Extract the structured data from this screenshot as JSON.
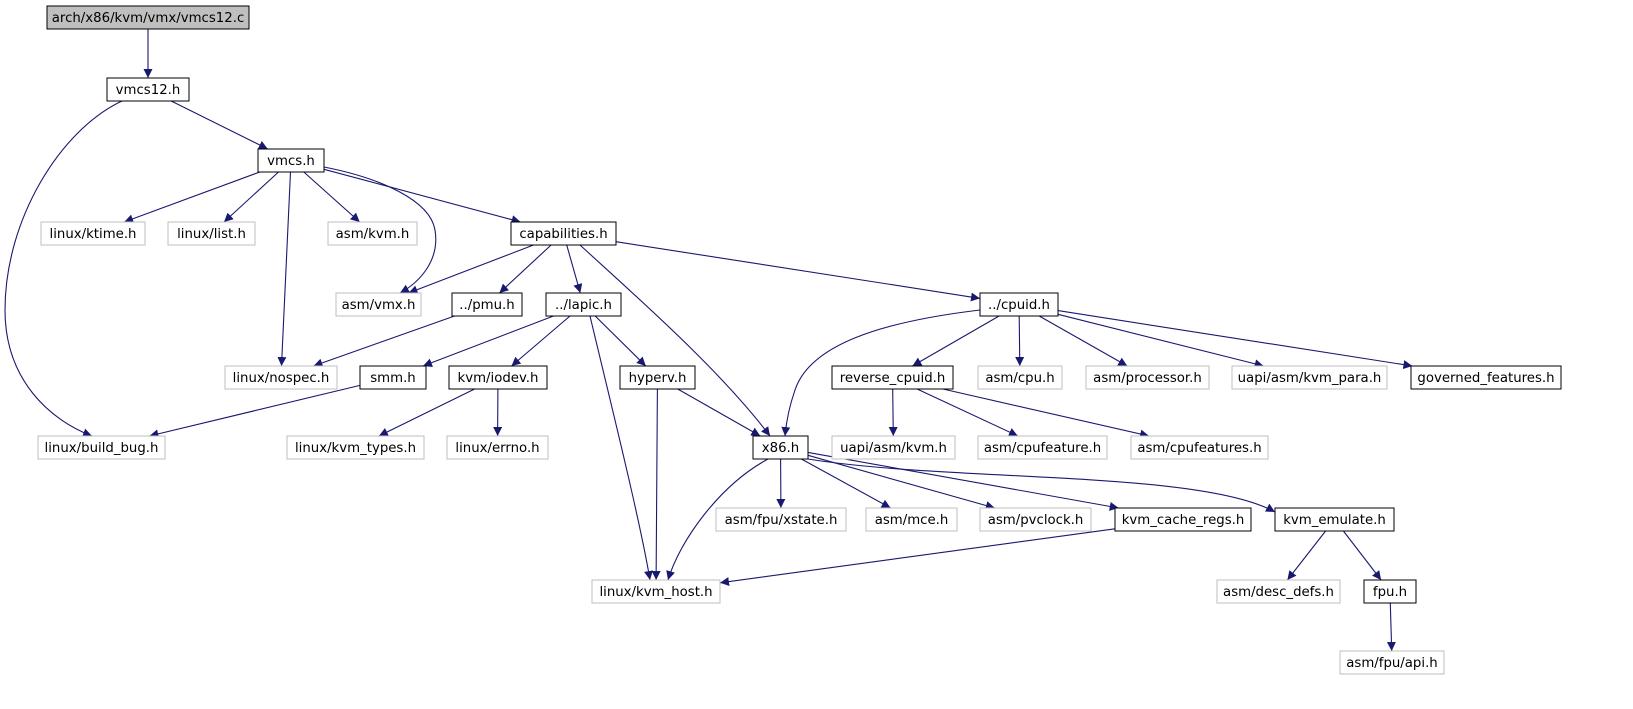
{
  "colors": {
    "edge": "#191970",
    "root_fill": "#bfbfbf",
    "node_border_local": "#000000",
    "node_border_external": "#bfbfbf",
    "text": "#000000"
  },
  "nodes": [
    {
      "id": "root",
      "label": "arch/x86/kvm/vmx/vmcs12.c",
      "kind": "root"
    },
    {
      "id": "vmcs12_h",
      "label": "vmcs12.h",
      "kind": "local"
    },
    {
      "id": "vmcs_h",
      "label": "vmcs.h",
      "kind": "local"
    },
    {
      "id": "ktime",
      "label": "linux/ktime.h",
      "kind": "external"
    },
    {
      "id": "list",
      "label": "linux/list.h",
      "kind": "external"
    },
    {
      "id": "asm_kvm",
      "label": "asm/kvm.h",
      "kind": "external"
    },
    {
      "id": "capabilities",
      "label": "capabilities.h",
      "kind": "local"
    },
    {
      "id": "asm_vmx",
      "label": "asm/vmx.h",
      "kind": "external"
    },
    {
      "id": "pmu",
      "label": "../pmu.h",
      "kind": "local"
    },
    {
      "id": "lapic",
      "label": "../lapic.h",
      "kind": "local"
    },
    {
      "id": "cpuid",
      "label": "../cpuid.h",
      "kind": "local"
    },
    {
      "id": "nospec",
      "label": "linux/nospec.h",
      "kind": "external"
    },
    {
      "id": "smm",
      "label": "smm.h",
      "kind": "local"
    },
    {
      "id": "kvm_iodev",
      "label": "kvm/iodev.h",
      "kind": "local"
    },
    {
      "id": "hyperv",
      "label": "hyperv.h",
      "kind": "local"
    },
    {
      "id": "reverse_cpuid",
      "label": "reverse_cpuid.h",
      "kind": "local"
    },
    {
      "id": "asm_cpu",
      "label": "asm/cpu.h",
      "kind": "external"
    },
    {
      "id": "asm_processor",
      "label": "asm/processor.h",
      "kind": "external"
    },
    {
      "id": "uapi_kvm_para",
      "label": "uapi/asm/kvm_para.h",
      "kind": "external"
    },
    {
      "id": "governed",
      "label": "governed_features.h",
      "kind": "local"
    },
    {
      "id": "build_bug",
      "label": "linux/build_bug.h",
      "kind": "external"
    },
    {
      "id": "kvm_types",
      "label": "linux/kvm_types.h",
      "kind": "external"
    },
    {
      "id": "errno",
      "label": "linux/errno.h",
      "kind": "external"
    },
    {
      "id": "x86_h",
      "label": "x86.h",
      "kind": "local"
    },
    {
      "id": "uapi_kvm",
      "label": "uapi/asm/kvm.h",
      "kind": "external"
    },
    {
      "id": "cpufeature",
      "label": "asm/cpufeature.h",
      "kind": "external"
    },
    {
      "id": "cpufeatures",
      "label": "asm/cpufeatures.h",
      "kind": "external"
    },
    {
      "id": "fpu_xstate",
      "label": "asm/fpu/xstate.h",
      "kind": "external"
    },
    {
      "id": "asm_mce",
      "label": "asm/mce.h",
      "kind": "external"
    },
    {
      "id": "pvclock",
      "label": "asm/pvclock.h",
      "kind": "external"
    },
    {
      "id": "kvm_cache_regs",
      "label": "kvm_cache_regs.h",
      "kind": "local"
    },
    {
      "id": "kvm_emulate",
      "label": "kvm_emulate.h",
      "kind": "local"
    },
    {
      "id": "kvm_host",
      "label": "linux/kvm_host.h",
      "kind": "external"
    },
    {
      "id": "desc_defs",
      "label": "asm/desc_defs.h",
      "kind": "external"
    },
    {
      "id": "fpu_h",
      "label": "fpu.h",
      "kind": "local"
    },
    {
      "id": "fpu_api",
      "label": "asm/fpu/api.h",
      "kind": "external"
    }
  ],
  "edges": [
    [
      "root",
      "vmcs12_h"
    ],
    [
      "vmcs12_h",
      "vmcs_h"
    ],
    [
      "vmcs12_h",
      "build_bug"
    ],
    [
      "vmcs_h",
      "ktime"
    ],
    [
      "vmcs_h",
      "list"
    ],
    [
      "vmcs_h",
      "asm_kvm"
    ],
    [
      "vmcs_h",
      "asm_vmx"
    ],
    [
      "vmcs_h",
      "capabilities"
    ],
    [
      "vmcs_h",
      "nospec"
    ],
    [
      "capabilities",
      "asm_vmx"
    ],
    [
      "capabilities",
      "pmu"
    ],
    [
      "capabilities",
      "lapic"
    ],
    [
      "capabilities",
      "x86_h"
    ],
    [
      "capabilities",
      "cpuid"
    ],
    [
      "pmu",
      "nospec"
    ],
    [
      "lapic",
      "smm"
    ],
    [
      "lapic",
      "kvm_iodev"
    ],
    [
      "lapic",
      "hyperv"
    ],
    [
      "lapic",
      "kvm_host"
    ],
    [
      "smm",
      "build_bug"
    ],
    [
      "kvm_iodev",
      "kvm_types"
    ],
    [
      "kvm_iodev",
      "errno"
    ],
    [
      "hyperv",
      "x86_h"
    ],
    [
      "hyperv",
      "kvm_host"
    ],
    [
      "cpuid",
      "x86_h"
    ],
    [
      "cpuid",
      "reverse_cpuid"
    ],
    [
      "cpuid",
      "asm_cpu"
    ],
    [
      "cpuid",
      "asm_processor"
    ],
    [
      "cpuid",
      "uapi_kvm_para"
    ],
    [
      "cpuid",
      "governed"
    ],
    [
      "reverse_cpuid",
      "uapi_kvm"
    ],
    [
      "reverse_cpuid",
      "cpufeature"
    ],
    [
      "reverse_cpuid",
      "cpufeatures"
    ],
    [
      "x86_h",
      "kvm_host"
    ],
    [
      "x86_h",
      "fpu_xstate"
    ],
    [
      "x86_h",
      "asm_mce"
    ],
    [
      "x86_h",
      "pvclock"
    ],
    [
      "x86_h",
      "kvm_cache_regs"
    ],
    [
      "x86_h",
      "kvm_emulate"
    ],
    [
      "kvm_cache_regs",
      "kvm_host"
    ],
    [
      "kvm_emulate",
      "desc_defs"
    ],
    [
      "kvm_emulate",
      "fpu_h"
    ],
    [
      "fpu_h",
      "fpu_api"
    ]
  ]
}
